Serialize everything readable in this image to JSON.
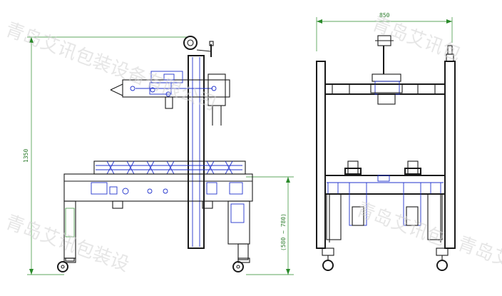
{
  "dimensions": {
    "total_height": "1350",
    "width": "850",
    "working_height": "(580 ~ 780)"
  },
  "watermark": {
    "line1": "青岛艾讯包装设备有限公司",
    "line2": "青岛艾讯包",
    "line3": "青岛艾讯包装设",
    "line4": "青岛艾讯包",
    "line5": "青岛艾讯包"
  },
  "colors": {
    "frame": "#1a1a1a",
    "parts": "#2233cc",
    "dimension": "#2a8a2a",
    "watermark": "#d2d2d2"
  }
}
